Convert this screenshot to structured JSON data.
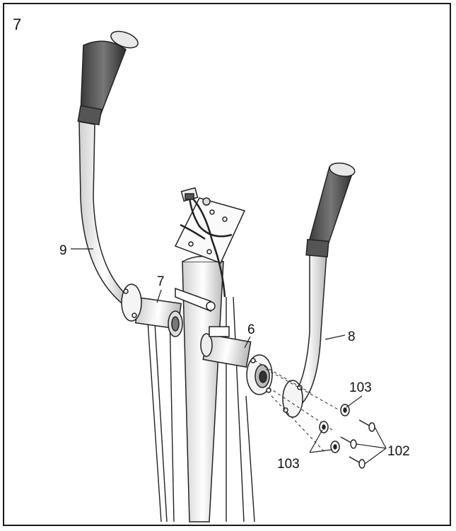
{
  "step_number": "7",
  "parts": {
    "p9": "9",
    "p7": "7",
    "p6": "6",
    "p8": "8",
    "p103_top": "103",
    "p103_bottom": "103",
    "p102": "102"
  }
}
